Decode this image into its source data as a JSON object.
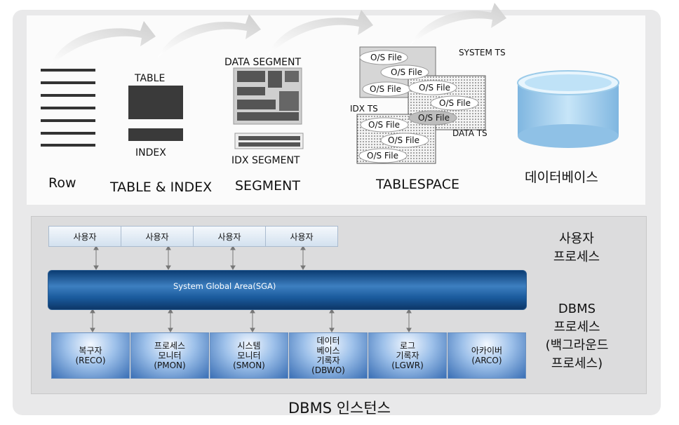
{
  "top": {
    "row_label": "Row",
    "table_small": "TABLE",
    "index_small": "INDEX",
    "table_index_label": "TABLE & INDEX",
    "data_segment": "DATA SEGMENT",
    "idx_segment": "IDX SEGMENT",
    "segment_label": "SEGMENT",
    "system_ts": "SYSTEM   TS",
    "idx_ts": "IDX  TS",
    "data_ts": "DATA TS",
    "os_file": "O/S File",
    "tablespace_label": "TABLESPACE",
    "database_label": "데이터베이스"
  },
  "users": [
    "사용자",
    "사용자",
    "사용자",
    "사용자"
  ],
  "sga_label": "System Global Area(SGA)",
  "processes": [
    "복구자\n(RECO)",
    "프로세스\n모니터\n(PMON)",
    "시스템\n모니터\n(SMON)",
    "데이터\n베이스\n기록자\n(DBWO)",
    "로그\n기록자\n(LGWR)",
    "아카이버\n(ARCO)"
  ],
  "side_labels": {
    "user_process": "사용자\n프로세스",
    "dbms_process": "DBMS\n프로세스\n(백그라운드\n프로세스)"
  },
  "footer": "DBMS 인스턴스",
  "colors": {
    "sga_dark": "#0b3d73",
    "process_blue": "#3a6fb5",
    "cylinder": "#a9d3ef",
    "arrow_gray": "#d9d9d9"
  }
}
